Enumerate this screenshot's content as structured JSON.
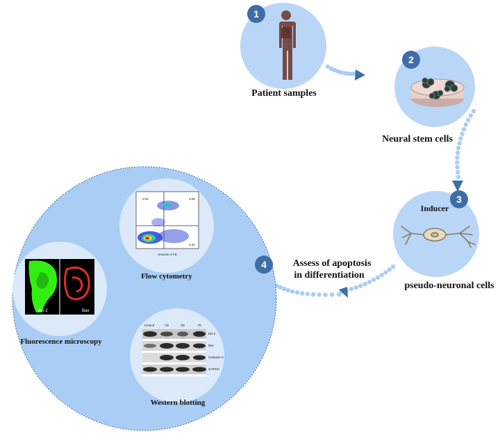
{
  "colors": {
    "bubble": "#b9d6f7",
    "big_bubble": "#a9cdf5",
    "inner_bubble": "#dbe9f9",
    "dots": "#a9cdf5",
    "badge": "#3e6da8",
    "arrow": "#3e6da8",
    "body": "#7a4a45",
    "dish": "#e8cfc9",
    "fluor_green": "#33ee11",
    "fluor_red": "#e32a2a"
  },
  "steps": [
    {
      "number": "1",
      "label": "Patient samples",
      "icon": "human-body-icon"
    },
    {
      "number": "2",
      "label": "Neural stem cells",
      "icon": "petri-dish-icon"
    },
    {
      "number": "3",
      "label": "pseudo-neuronal cells",
      "sublabel": "Inducer",
      "icon": "neuron-icon"
    },
    {
      "number": "4",
      "label_line1": "Assess of apoptosis",
      "label_line2": "in differentiation"
    }
  ],
  "methods": {
    "flow": {
      "label": "Flow cytometry",
      "quadrants": [
        "0.02",
        "3.09",
        "0.02"
      ],
      "axis_label": "Annexin-V FE"
    },
    "fluorescence": {
      "label": "Fluorescence microscopy",
      "panels": [
        "Bcl-2",
        "Bax"
      ]
    },
    "western": {
      "label": "Western blotting",
      "columns": [
        "Control",
        "1D",
        "3D",
        "7D"
      ],
      "rows": [
        "Bcl-2",
        "Bax",
        "Caspase-3",
        "GAPDH"
      ]
    }
  }
}
